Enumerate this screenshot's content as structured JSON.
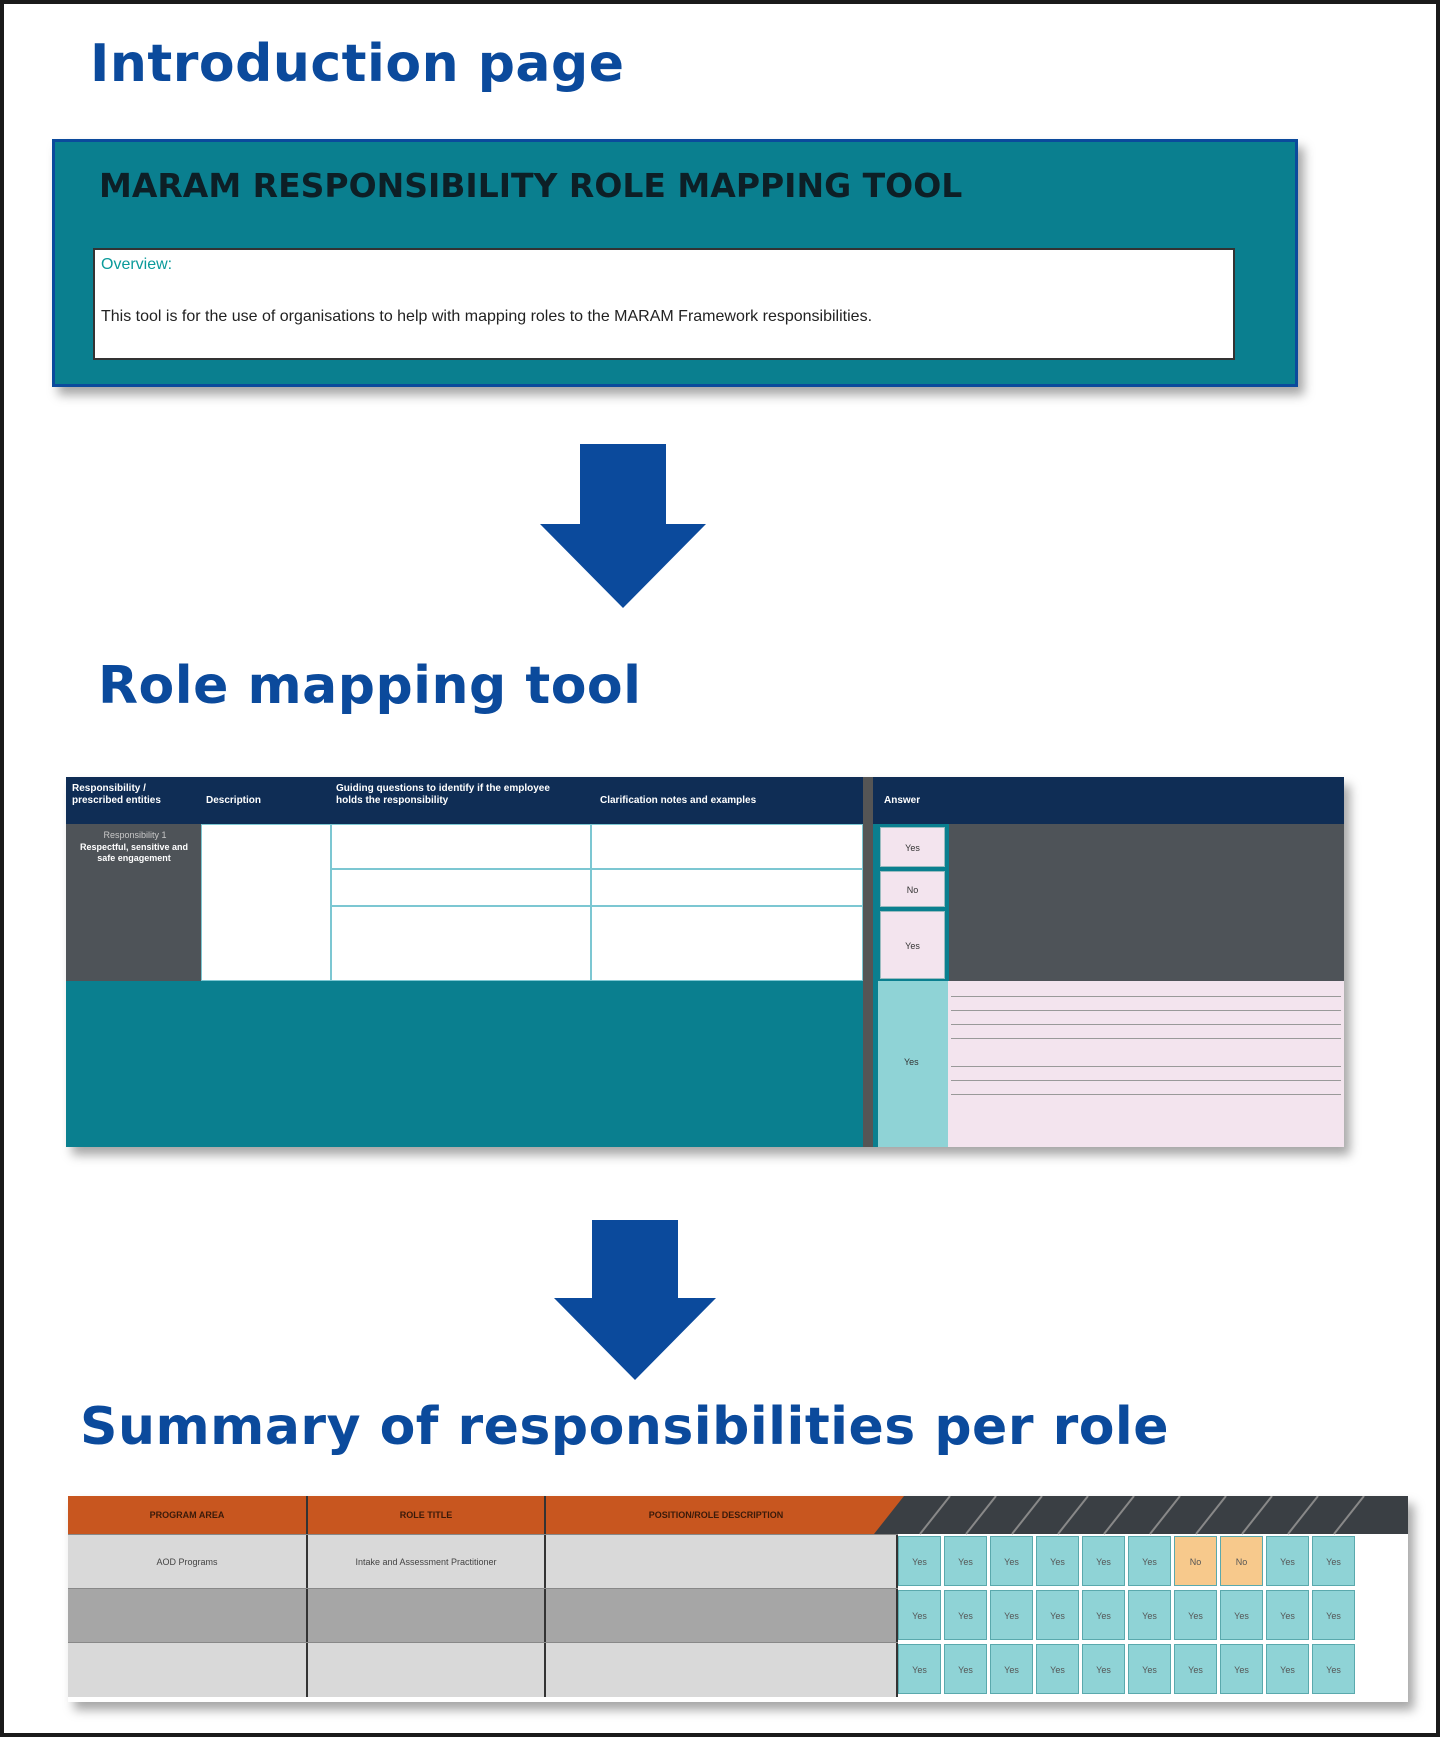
{
  "headings": {
    "intro": "Introduction page",
    "role": "Role mapping tool",
    "summary": "Summary of responsibilities per role"
  },
  "intro_panel": {
    "title": "MARAM RESPONSIBILITY ROLE MAPPING TOOL",
    "overview_label": "Overview:",
    "description": "This tool is for the use of organisations to help with mapping roles to the MARAM Framework responsibilities."
  },
  "role_tool": {
    "headers": [
      "Responsibility / prescribed entities",
      "Description",
      "Guiding questions to identify if the employee holds the responsibility",
      "Clarification notes and examples",
      "Answer"
    ],
    "left_cell_small": "Responsibility 1",
    "left_cell": "Respectful, sensitive and safe engagement",
    "answers": [
      "Yes",
      "No",
      "Yes",
      "Yes"
    ]
  },
  "summary_tool": {
    "headers": [
      "PROGRAM AREA",
      "ROLE TITLE",
      "POSITION/ROLE DESCRIPTION"
    ],
    "program": "AOD Programs",
    "role_title": "Intake and Assessment Practitioner",
    "cell_value": "Yes",
    "cell_value_no": "No"
  },
  "colors": {
    "heading_blue": "#0b4a9c",
    "teal": "#0a7f8f",
    "navy": "#0f2d55",
    "orange": "#c8561f",
    "cell_teal": "#8fd3d6",
    "cell_orange": "#f7c98c"
  }
}
